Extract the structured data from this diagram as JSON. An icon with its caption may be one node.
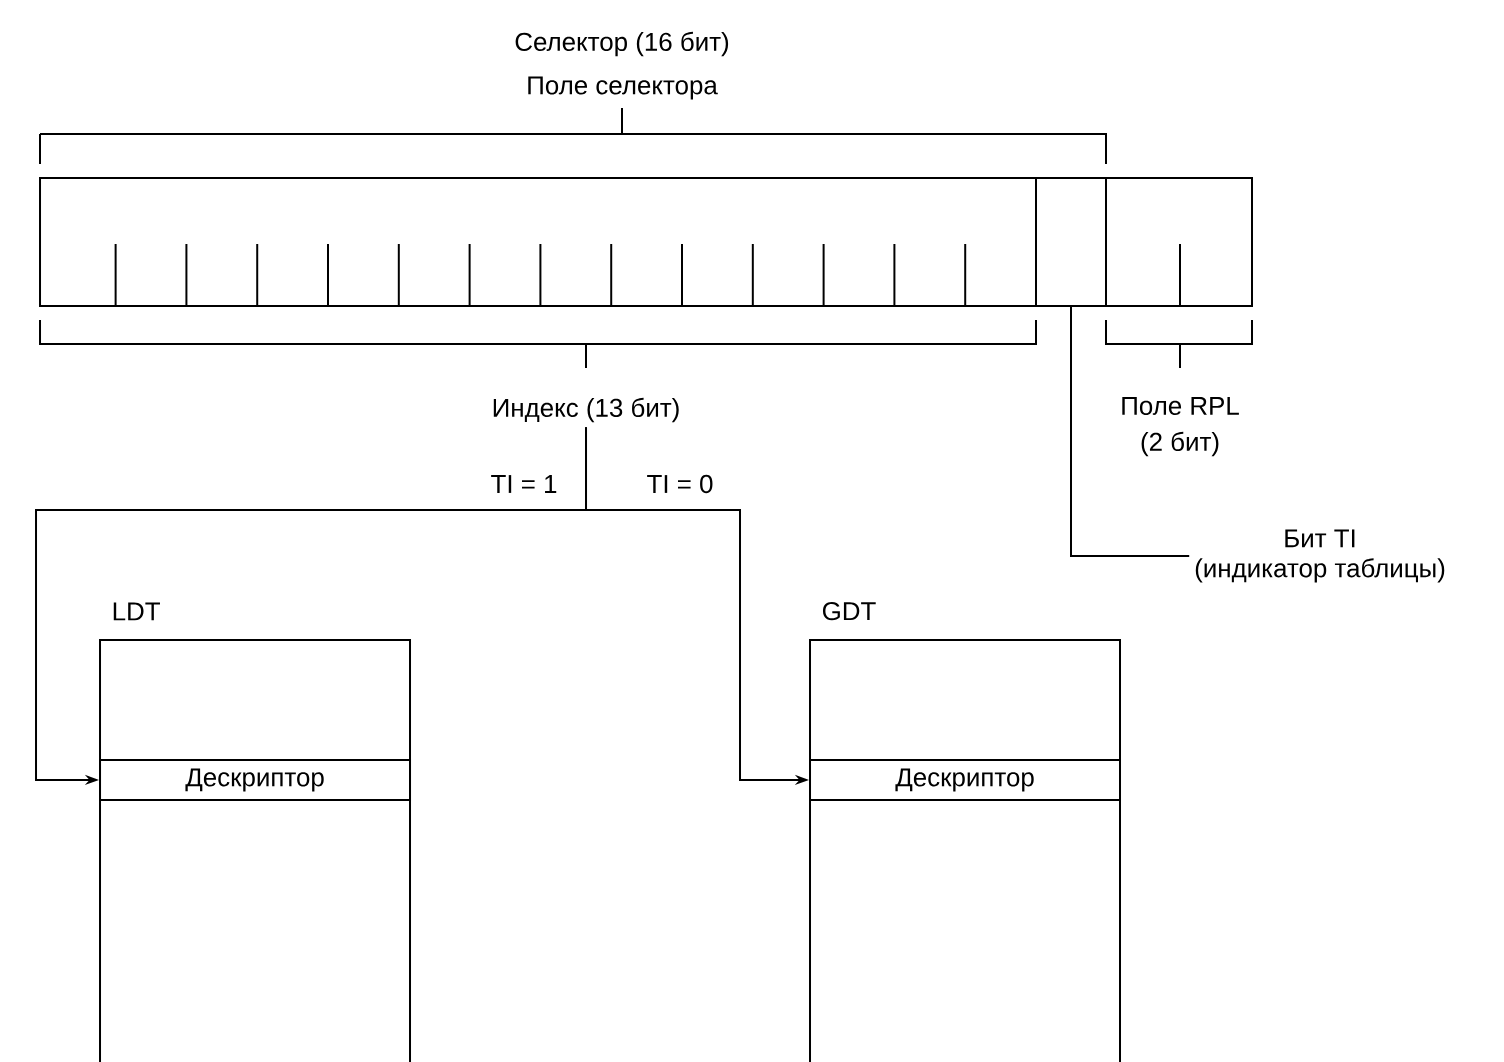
{
  "diagram": {
    "nodes": [
      {
        "text": [
          "Индекс (13 бит)"
        ]
      },
      {
        "text": [
          "LDT"
        ]
      },
      {
        "text": [
          "Дескриптор"
        ],
        "in": 1
      },
      {
        "text": [
          "GDT"
        ]
      },
      {
        "text": [
          "Дескриптор"
        ],
        "in": 3
      },
      {
        "text": [],
        "shape": "box"
      },
      {
        "text": [
          "Бит TI",
          "(индикатор таблицы)"
        ]
      }
    ],
    "edges": [
      {
        "from": 0,
        "to": 2,
        "arrow": "to",
        "label": "TI = 1"
      },
      {
        "from": 0,
        "to": 4,
        "arrow": "to",
        "label": "TI = 0"
      },
      {
        "from": 6,
        "to": 5,
        "arrow": "none"
      }
    ],
    "labels": [
      "Селектор (16 бит)",
      "Поле селектора",
      "Поле RPL",
      "(2 бит)"
    ]
  }
}
